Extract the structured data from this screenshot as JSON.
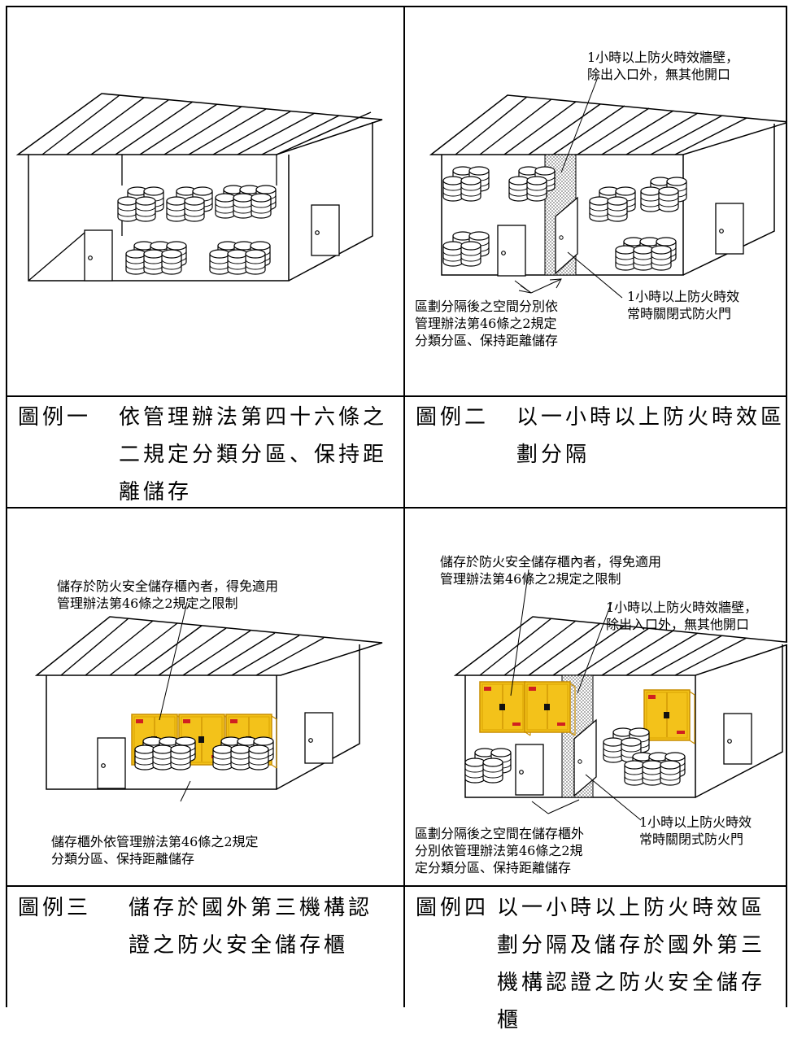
{
  "panels": [
    {
      "label": "圖例一",
      "caption": "依管理辦法第四十六條之二規定分類分區、保持距離儲存",
      "notes": []
    },
    {
      "label": "圖例二",
      "caption": "以一小時以上防火時效區劃分隔",
      "notes": [
        "1小時以上防火時效牆壁，",
        "除出入口外，無其他開口",
        "1小時以上防火時效",
        "常時關閉式防火門",
        "區劃分隔後之空間分別依",
        "管理辦法第46條之2規定",
        "分類分區、保持距離儲存"
      ]
    },
    {
      "label": "圖例三",
      "caption": "儲存於國外第三機構認證之防火安全儲存櫃",
      "notes": [
        "儲存於防火安全儲存櫃內者，得免適用",
        "管理辦法第46條之2規定之限制",
        "儲存櫃外依管理辦法第46條之2規定",
        "分類分區、保持距離儲存"
      ]
    },
    {
      "label": "圖例四",
      "caption": "以一小時以上防火時效區劃分隔及儲存於國外第三機構認證之防火安全儲存櫃",
      "notes": [
        "儲存於防火安全儲存櫃內者，得免適用",
        "管理辦法第46條之2規定之限制",
        "1小時以上防火時效牆壁，",
        "除出入口外，無其他開口",
        "1小時以上防火時效",
        "常時關閉式防火門",
        "區劃分隔後之空間在儲存櫃外",
        "分別依管理辦法第46條之2規",
        "定分類分區、保持距離儲存"
      ]
    }
  ],
  "colors": {
    "cabinet": "#f3c21a",
    "cabinet_edge": "#d89b00",
    "wall_pattern": "#888888",
    "line": "#000000"
  }
}
